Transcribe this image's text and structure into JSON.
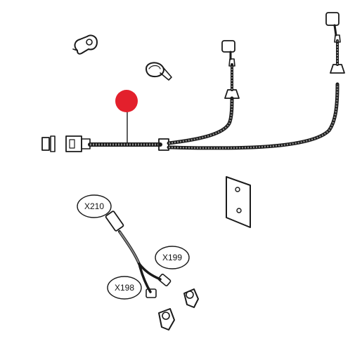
{
  "callouts": [
    {
      "id": "x210",
      "label": "X210"
    },
    {
      "id": "x199",
      "label": "X199"
    },
    {
      "id": "x198",
      "label": "X198"
    }
  ],
  "colors": {
    "marker": "#e3202c",
    "ink": "#1a1a1a",
    "harness_fill": "#8a8a8a",
    "part_fill": "#d9d9d9"
  }
}
